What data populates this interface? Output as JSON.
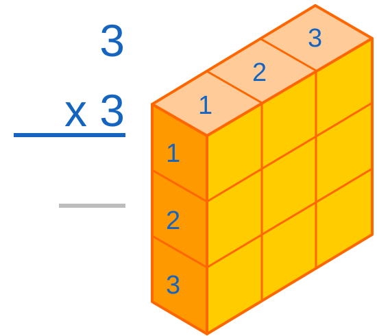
{
  "problem": {
    "multiplicand": "3",
    "multiplier": "x 3"
  },
  "block": {
    "top_labels": [
      "1",
      "2",
      "3"
    ],
    "side_labels": [
      "1",
      "2",
      "3"
    ]
  },
  "colors": {
    "digits": "#1565c0",
    "answer_line": "#bdbdbd",
    "front_face": "#ffcc00",
    "top_face": "#ffcc99",
    "side_face": "#ff9900",
    "edges": "#ff6600"
  }
}
